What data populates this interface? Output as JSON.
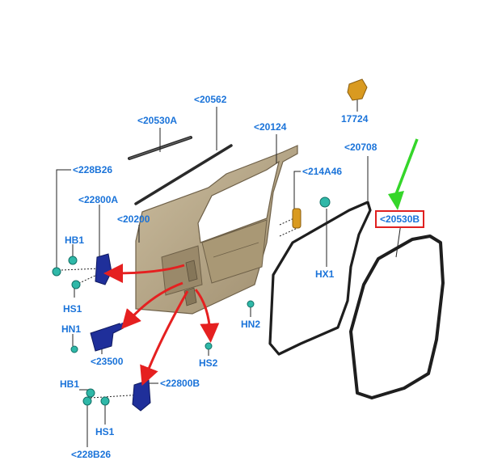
{
  "diagram": {
    "labels": {
      "p17724": "17724",
      "p20562": "<20562",
      "p20530A": "<20530A",
      "p20124": "<20124",
      "p20708": "<20708",
      "p228B26_top": "<228B26",
      "p214A46": "<214A46",
      "p22800A": "<22800A",
      "p20200": "<20200",
      "p20530B": "<20530B",
      "pHB1_top": "HB1",
      "pHX1": "HX1",
      "pHS1_top": "HS1",
      "pHN2": "HN2",
      "pHN1": "HN1",
      "pHS2": "HS2",
      "p23500": "<23500",
      "pHB1_bot": "HB1",
      "p22800B": "<22800B",
      "pHS1_bot": "HS1",
      "p228B26_bot": "<228B26"
    },
    "colors": {
      "label": "#1a73d9",
      "leader": "#222222",
      "highlight_box": "#e02020",
      "red_arrow": "#e52020",
      "green_arrow": "#35d62a",
      "door_panel": "#b9a98a",
      "hinge_blue": "#1f2f9a",
      "clip_teal": "#2fb8a8",
      "bumper_orange": "#d99a20"
    }
  }
}
